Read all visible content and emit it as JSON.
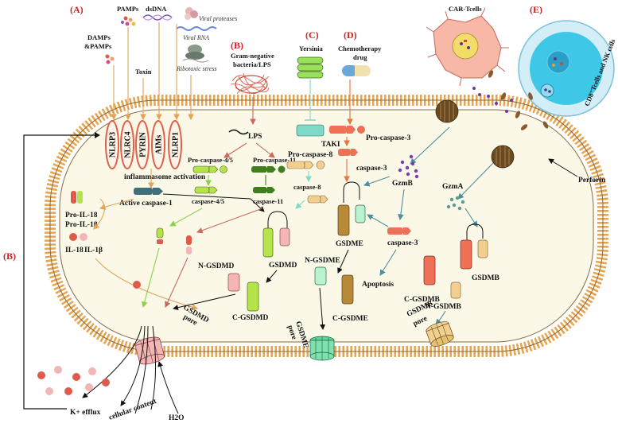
{
  "sections": {
    "A": "(A)",
    "B_top": "(B)",
    "B_left": "(B)",
    "C": "(C)",
    "D": "(D)",
    "E": "(E)"
  },
  "triggers_A": {
    "pamps": "PAMPs",
    "dsdna": "dsDNA",
    "viral_proteases": "Viral proteases",
    "viral_rna": "Viral RNA",
    "ribotoxic_stress": "Ribotoxic stress",
    "damps_pamps_line1": "DAMPs",
    "damps_pamps_line2": "&PAMPs",
    "toxin": "Toxin"
  },
  "inflammasome": {
    "sensors": [
      "NLRP3",
      "NLRC4",
      "PYRIN",
      "AIMs",
      "NLRP1"
    ],
    "activation": "inflammasome activation",
    "active_caspase1": "Active caspase-1"
  },
  "cytokines": {
    "pro_il18": "Pro-IL-18",
    "pro_il1b": "Pro-IL-1β",
    "il18": "IL-18",
    "il1b": "IL-1β"
  },
  "B_pathway": {
    "source_line1": "Gram-negative",
    "source_line2": "bacteria/LPS",
    "lps": "LPS",
    "pro_casp45": "Pro-caspase-4/5",
    "pro_casp11": "Pro-caspase-11",
    "casp45": "caspase-4/5",
    "casp11": "caspase-11"
  },
  "C_pathway": {
    "yersinia": "Yersinia",
    "taki": "TAKI",
    "pro_casp8": "Pro-caspase-8",
    "casp8": "caspase-8"
  },
  "D_pathway": {
    "chemo_line1": "Chemotherapy",
    "chemo_line2": "drug",
    "pro_casp3": "Pro-caspase-3",
    "casp3": "caspase-3"
  },
  "gasdermins": {
    "gsdmd": "GSDMD",
    "n_gsdmd": "N-GSDMD",
    "c_gsdmd": "C-GSDMD",
    "gsdmd_pore_line1": "GSDMD",
    "gsdmd_pore_line2": "pore",
    "gsdme": "GSDME",
    "n_gsdme": "N-GSDME",
    "c_gsdme": "C-GSDME",
    "gsdme_pore_line1": "GSDME",
    "gsdme_pore_line2": "pore",
    "casp3_e": "caspase-3",
    "apoptosis": "Apoptosis",
    "gsdmb": "GSDMB",
    "c_gsdmb": "C-GSDMB",
    "n_gsdmb": "N-GSDMB",
    "gsdmb_pore_line1": "GSDMB",
    "gsdmb_pore_line2": "pore"
  },
  "E_pathway": {
    "car_t": "CAR-Tcells",
    "cd8_nk": "CD8⁺Tcells and NK cells",
    "perforin": "Perforin",
    "gzmb": "GzmB",
    "gzma": "GzmA"
  },
  "outputs": {
    "k_efflux": "K+ efflux",
    "cellular_content": "cellular content",
    "h2o": "H2O"
  },
  "colors": {
    "membrane_lipid": "#e6a44f",
    "cytoplasm": "#fbf8e8",
    "casp1": "#3f6f7a",
    "green_light": "#b6e34a",
    "green_dark": "#3f7d1f",
    "salmon": "#ee7057",
    "tan": "#f3cf8f",
    "gsdmd_red": "#f5b5b5",
    "gsdme_green": "#b8f2cf",
    "gsdme_dark": "#b88a37",
    "arrow_orange": "#e0a45a",
    "arrow_red": "#c96a5a",
    "arrow_teal": "#4e8f9b",
    "arrow_green": "#8ccf4a",
    "section_red": "#d71f1f"
  }
}
